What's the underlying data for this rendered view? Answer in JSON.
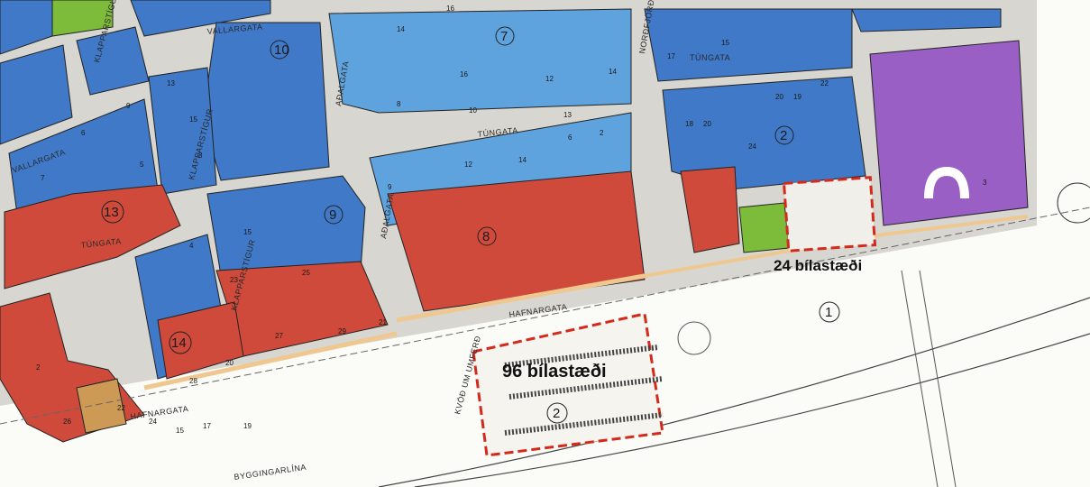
{
  "colors": {
    "residential_blue": "#3f79c8",
    "light_blue": "#5fa3de",
    "commercial_red": "#cf4a3b",
    "institution_purple": "#9a5fc4",
    "green_space": "#7dbb3a",
    "road": "#d8d6d0",
    "sidewalk": "#eec890",
    "parking_outline": "#d42a1c"
  },
  "streets": {
    "vallargata_top": "VALLARGATA",
    "vallargata_left": "VALLARGATA",
    "tungata_1": "TÚNGATA",
    "tungata_2": "TÚNGATA",
    "tungata_3": "TÚNGATA",
    "klapparstigur_1": "KLAPPARSTÍGUR",
    "klapparstigur_2": "KLAPPARSTÍGUR",
    "klapparstigur_3": "KLAPPARSTÍGUR",
    "adalgata_1": "AÐALGATA",
    "adalgata_2": "AÐALGATA",
    "hafnargata_1": "HAFNARGATA",
    "hafnargata_2": "HAFNARGATA",
    "nordurgata": "NORÐFJÖRÐ",
    "kvod": "KVÖÐ UM UMFERÐ",
    "bygglina": "BYGGINGARLÍNA"
  },
  "blocks": {
    "b7": "7",
    "b10": "10",
    "b2": "2",
    "b9": "9",
    "b13": "13",
    "b8": "8",
    "b14": "14",
    "b1": "1",
    "b2b": "2"
  },
  "lots": [
    "14",
    "16",
    "8",
    "10",
    "12",
    "14",
    "16",
    "13",
    "15",
    "19",
    "20",
    "22",
    "17",
    "18",
    "20",
    "24",
    "6",
    "9",
    "7",
    "5",
    "13",
    "15",
    "8",
    "9",
    "12",
    "14",
    "6",
    "2",
    "4",
    "15",
    "23",
    "25",
    "27",
    "29",
    "21",
    "19",
    "17",
    "15",
    "24",
    "22",
    "28",
    "20",
    "26",
    "2",
    "3"
  ],
  "parking": {
    "upper_label": "24 bílastæði",
    "lower_label": "96 bílastæði"
  }
}
